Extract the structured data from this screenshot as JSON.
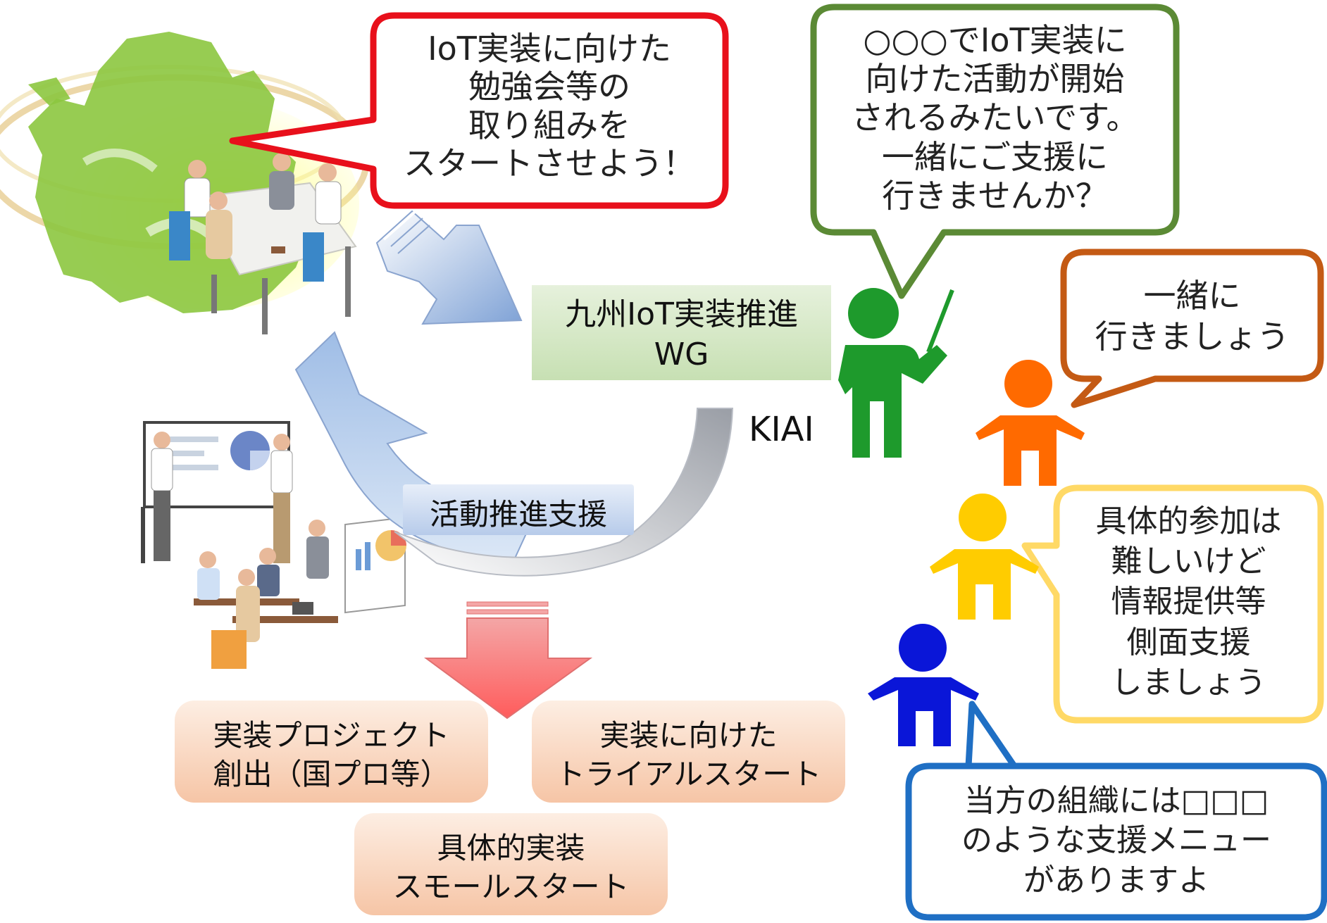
{
  "bubbles": {
    "red": [
      "IoT実装に向けた",
      "勉強会等の",
      "取り組みを",
      "スタートさせよう！"
    ],
    "green": [
      "○○○でIoT実装に",
      "向けた活動が開始",
      "されるみたいです。",
      "一緒にご支援に",
      "行きませんか？"
    ],
    "orange": [
      "一緒に",
      "行きましょう"
    ],
    "yellow": [
      "具体的参加は",
      "難しいけど",
      "情報提供等",
      "側面支援",
      "しましょう"
    ],
    "blue": [
      "当方の組織には□□□",
      "のような支援メニュー",
      "がありますよ"
    ]
  },
  "wg_box": [
    "九州IoT実装推進",
    "WG"
  ],
  "kiai_label": "KIAI",
  "cycle_label": "活動推進支援",
  "outcomes": [
    [
      "実装プロジェクト",
      "創出（国プロ等）"
    ],
    [
      "実装に向けた",
      "トライアルスタート"
    ],
    [
      "具体的実装",
      "スモールスタート"
    ]
  ],
  "colors": {
    "red": "#e8101b",
    "green": "#5b8a35",
    "orange": "#c45a14",
    "yellow": "#ffd966",
    "blue": "#1f6fc4",
    "person_green": "#1e9a2c",
    "person_orange": "#ff6a00",
    "person_yellow": "#ffcc00",
    "person_blue": "#0a16d8"
  }
}
